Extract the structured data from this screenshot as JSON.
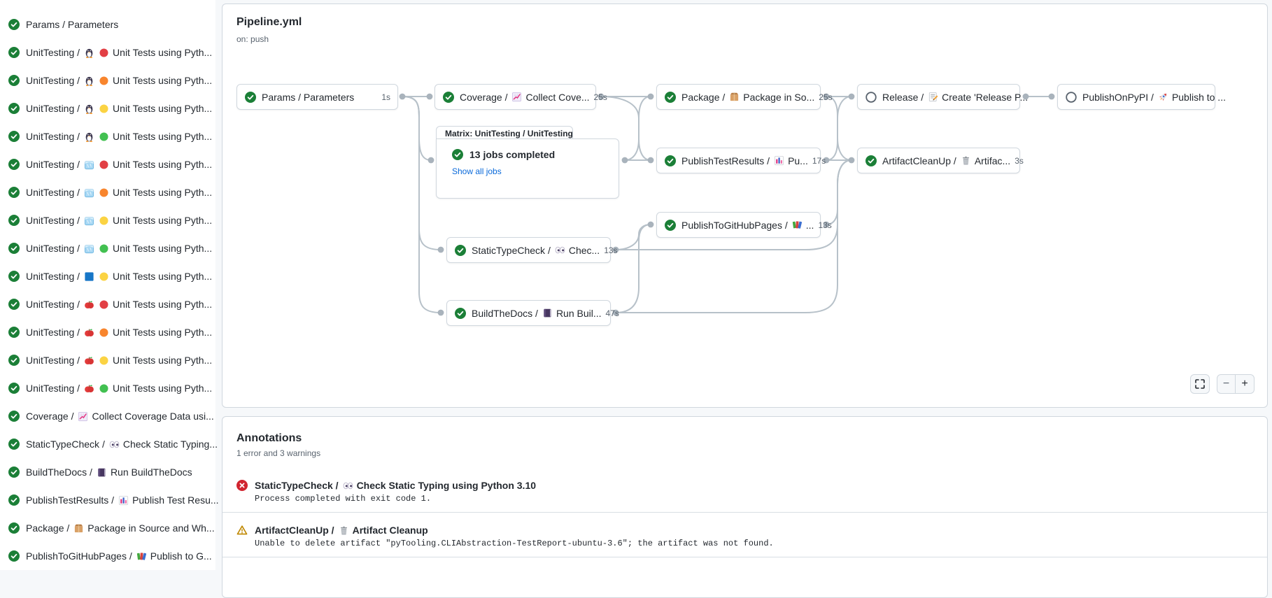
{
  "pipeline": {
    "title": "Pipeline.yml",
    "trigger": "on: push",
    "matrix": {
      "label": "Matrix: UnitTesting / UnitTesting",
      "status": "success",
      "summary": "13 jobs completed",
      "link_label": "Show all jobs"
    },
    "nodes": [
      {
        "id": "params",
        "status": "success",
        "before": "Params / Parameters",
        "icon": null,
        "after": "",
        "duration": "1s"
      },
      {
        "id": "coverage",
        "status": "success",
        "before": "Coverage /",
        "icon": "chart-up",
        "after": "Collect Cove...",
        "duration": "25s"
      },
      {
        "id": "statictypecheck",
        "status": "success",
        "before": "StaticTypeCheck /",
        "icon": "eyes",
        "after": "Chec...",
        "duration": "13s"
      },
      {
        "id": "buildthedocs",
        "status": "success",
        "before": "BuildTheDocs /",
        "icon": "book",
        "after": "Run Buil...",
        "duration": "47s"
      },
      {
        "id": "package",
        "status": "success",
        "before": "Package /",
        "icon": "package",
        "after": "Package in So...",
        "duration": "25s"
      },
      {
        "id": "publishtestresults",
        "status": "success",
        "before": "PublishTestResults /",
        "icon": "bar-chart",
        "after": "Pu...",
        "duration": "17s"
      },
      {
        "id": "publishtogithubpages",
        "status": "success",
        "before": "PublishToGitHubPages /",
        "icon": "books",
        "after": "...",
        "duration": "13s"
      },
      {
        "id": "release",
        "status": "skipped",
        "before": "Release /",
        "icon": "memo",
        "after": "Create 'Release P...",
        "duration": ""
      },
      {
        "id": "artifactcleanup",
        "status": "success",
        "before": "ArtifactCleanUp /",
        "icon": "trash",
        "after": "Artifac...",
        "duration": "3s"
      },
      {
        "id": "publishonpypi",
        "status": "skipped",
        "before": "PublishOnPyPI /",
        "icon": "rocket",
        "after": "Publish to ...",
        "duration": ""
      }
    ],
    "controls": {
      "fullscreen": "fullscreen",
      "zoom_out": "−",
      "zoom_in": "+"
    }
  },
  "sidebar": {
    "items": [
      {
        "status": "success",
        "before": "Params / Parameters",
        "icons": [],
        "after": ""
      },
      {
        "status": "success",
        "before": "UnitTesting /",
        "icons": [
          "penguin",
          "dot-red"
        ],
        "after": "Unit Tests using Pyth..."
      },
      {
        "status": "success",
        "before": "UnitTesting /",
        "icons": [
          "penguin",
          "dot-orange"
        ],
        "after": "Unit Tests using Pyth..."
      },
      {
        "status": "success",
        "before": "UnitTesting /",
        "icons": [
          "penguin",
          "dot-yellow"
        ],
        "after": "Unit Tests using Pyth..."
      },
      {
        "status": "success",
        "before": "UnitTesting /",
        "icons": [
          "penguin",
          "dot-green"
        ],
        "after": "Unit Tests using Pyth..."
      },
      {
        "status": "success",
        "before": "UnitTesting /",
        "icons": [
          "ice-cube",
          "dot-red"
        ],
        "after": "Unit Tests using Pyth..."
      },
      {
        "status": "success",
        "before": "UnitTesting /",
        "icons": [
          "ice-cube",
          "dot-orange"
        ],
        "after": "Unit Tests using Pyth..."
      },
      {
        "status": "success",
        "before": "UnitTesting /",
        "icons": [
          "ice-cube",
          "dot-yellow"
        ],
        "after": "Unit Tests using Pyth..."
      },
      {
        "status": "success",
        "before": "UnitTesting /",
        "icons": [
          "ice-cube",
          "dot-green"
        ],
        "after": "Unit Tests using Pyth..."
      },
      {
        "status": "success",
        "before": "UnitTesting /",
        "icons": [
          "blue-square",
          "dot-yellow"
        ],
        "after": "Unit Tests using Pyth..."
      },
      {
        "status": "success",
        "before": "UnitTesting /",
        "icons": [
          "apple",
          "dot-red"
        ],
        "after": "Unit Tests using Pyth..."
      },
      {
        "status": "success",
        "before": "UnitTesting /",
        "icons": [
          "apple",
          "dot-orange"
        ],
        "after": "Unit Tests using Pyth..."
      },
      {
        "status": "success",
        "before": "UnitTesting /",
        "icons": [
          "apple",
          "dot-yellow"
        ],
        "after": "Unit Tests using Pyth..."
      },
      {
        "status": "success",
        "before": "UnitTesting /",
        "icons": [
          "apple",
          "dot-green"
        ],
        "after": "Unit Tests using Pyth..."
      },
      {
        "status": "success",
        "before": "Coverage /",
        "icons": [
          "chart-up"
        ],
        "after": "Collect Coverage Data usi..."
      },
      {
        "status": "success",
        "before": "StaticTypeCheck /",
        "icons": [
          "eyes"
        ],
        "after": "Check Static Typing..."
      },
      {
        "status": "success",
        "before": "BuildTheDocs /",
        "icons": [
          "book"
        ],
        "after": "Run BuildTheDocs"
      },
      {
        "status": "success",
        "before": "PublishTestResults /",
        "icons": [
          "bar-chart"
        ],
        "after": "Publish Test Resu..."
      },
      {
        "status": "success",
        "before": "Package /",
        "icons": [
          "package"
        ],
        "after": "Package in Source and Wh..."
      },
      {
        "status": "success",
        "before": "PublishToGitHubPages /",
        "icons": [
          "books"
        ],
        "after": "Publish to G..."
      }
    ]
  },
  "annotations": {
    "title": "Annotations",
    "summary": "1 error and 3 warnings",
    "items": [
      {
        "type": "error",
        "before": "StaticTypeCheck /",
        "icon": "eyes",
        "after": "Check Static Typing using Python 3.10",
        "message": "Process completed with exit code 1."
      },
      {
        "type": "warning",
        "before": "ArtifactCleanUp /",
        "icon": "trash",
        "after": "Artifact Cleanup",
        "message": "Unable to delete artifact \"pyTooling.CLIAbstraction-TestReport-ubuntu-3.6\"; the artifact was not found."
      }
    ]
  },
  "colors": {
    "success": "#1b7f37",
    "error": "#d1242f",
    "warning": "#bf8700",
    "link": "#0969da",
    "dot-red": "#e23f44",
    "dot-orange": "#f8852d",
    "dot-yellow": "#fbd343",
    "dot-green": "#42c051",
    "edge": "#b7c1c9",
    "edge_dot": "#a9b3bc",
    "border": "#d0d7de"
  }
}
